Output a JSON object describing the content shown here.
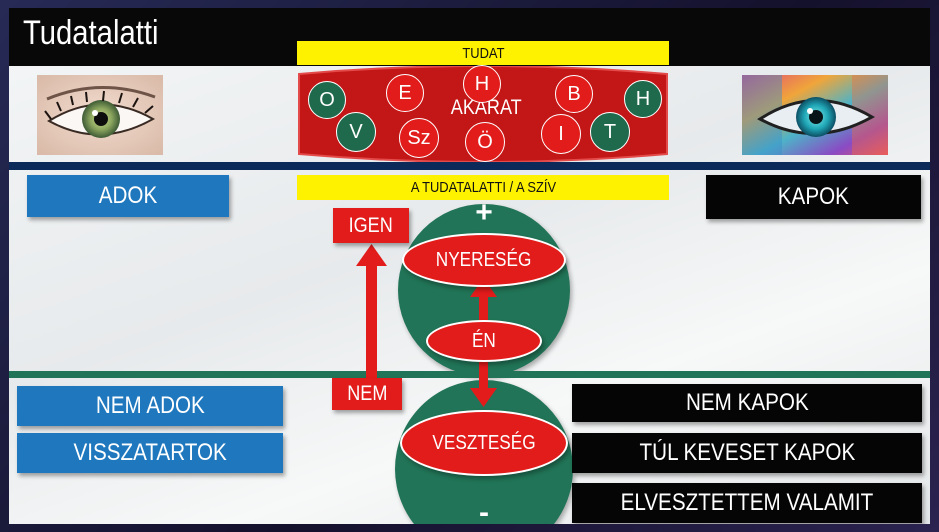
{
  "title": "Tudatalatti",
  "top": {
    "tudat_label": "TUDAT",
    "akarat_label": "AKARAT",
    "letters": [
      {
        "id": "o",
        "text": "O",
        "color": "green"
      },
      {
        "id": "v",
        "text": "V",
        "color": "green"
      },
      {
        "id": "e",
        "text": "E",
        "color": "red"
      },
      {
        "id": "sz",
        "text": "Sz",
        "color": "red"
      },
      {
        "id": "h1",
        "text": "H",
        "color": "red"
      },
      {
        "id": "oe",
        "text": "Ö",
        "color": "red"
      },
      {
        "id": "b",
        "text": "B",
        "color": "red"
      },
      {
        "id": "i",
        "text": "I",
        "color": "red"
      },
      {
        "id": "h2",
        "text": "H",
        "color": "green"
      },
      {
        "id": "t",
        "text": "T",
        "color": "green"
      }
    ]
  },
  "middle": {
    "tudatalatti_label": "A TUDATALATTI / A SZÍV",
    "plus": "+",
    "minus": "-",
    "igen": "IGEN",
    "nem": "NEM",
    "nyereseg": "NYERESÉG",
    "en": "ÉN",
    "veszteseg": "VESZTESÉG"
  },
  "left": {
    "adok": "ADOK",
    "nem_adok": "NEM ADOK",
    "visszatartok": "VISSZATARTOK"
  },
  "right": {
    "kapok": "KAPOK",
    "nem_kapok": "NEM KAPOK",
    "tul_keveset": "TÚL KEVESET KAPOK",
    "elvesztettem": "ELVESZTETTEM VALAMIT"
  },
  "colors": {
    "blue": "#1f78be",
    "red": "#e21b1b",
    "green": "#217457",
    "yellow": "#fff200",
    "navy": "#0b2a5a",
    "black": "#050505"
  }
}
